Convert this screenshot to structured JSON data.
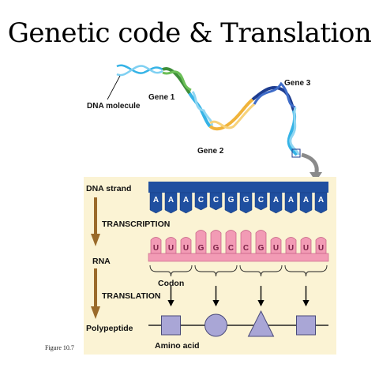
{
  "title": "Genetic code & Translation",
  "labels": {
    "dna_molecule": "DNA molecule",
    "gene1": "Gene 1",
    "gene2": "Gene 2",
    "gene3": "Gene 3",
    "dna_strand": "DNA strand",
    "transcription": "TRANSCRIPTION",
    "rna": "RNA",
    "codon": "Codon",
    "translation": "TRANSLATION",
    "polypeptide": "Polypeptide",
    "amino_acid": "Amino acid"
  },
  "dna_bases": [
    "A",
    "A",
    "A",
    "C",
    "C",
    "G",
    "G",
    "C",
    "A",
    "A",
    "A",
    "A"
  ],
  "rna_bases": [
    "U",
    "U",
    "U",
    "G",
    "G",
    "C",
    "C",
    "G",
    "U",
    "U",
    "U",
    "U"
  ],
  "amino_acid_shapes": [
    "square",
    "circle",
    "triangle",
    "square"
  ],
  "figure_caption": "Figure  10.7",
  "colors": {
    "panel": "#fbf3d4",
    "dna_blue": "#1f4fa0",
    "rna_pink": "#f29bb5",
    "amino": "#a9a6d6",
    "arrow_brown": "#9a6a2a",
    "helix_light": "#35b3e6",
    "helix_green": "#3f8f3a",
    "helix_gold": "#f0b33a",
    "helix_navy": "#1d3c8f"
  }
}
